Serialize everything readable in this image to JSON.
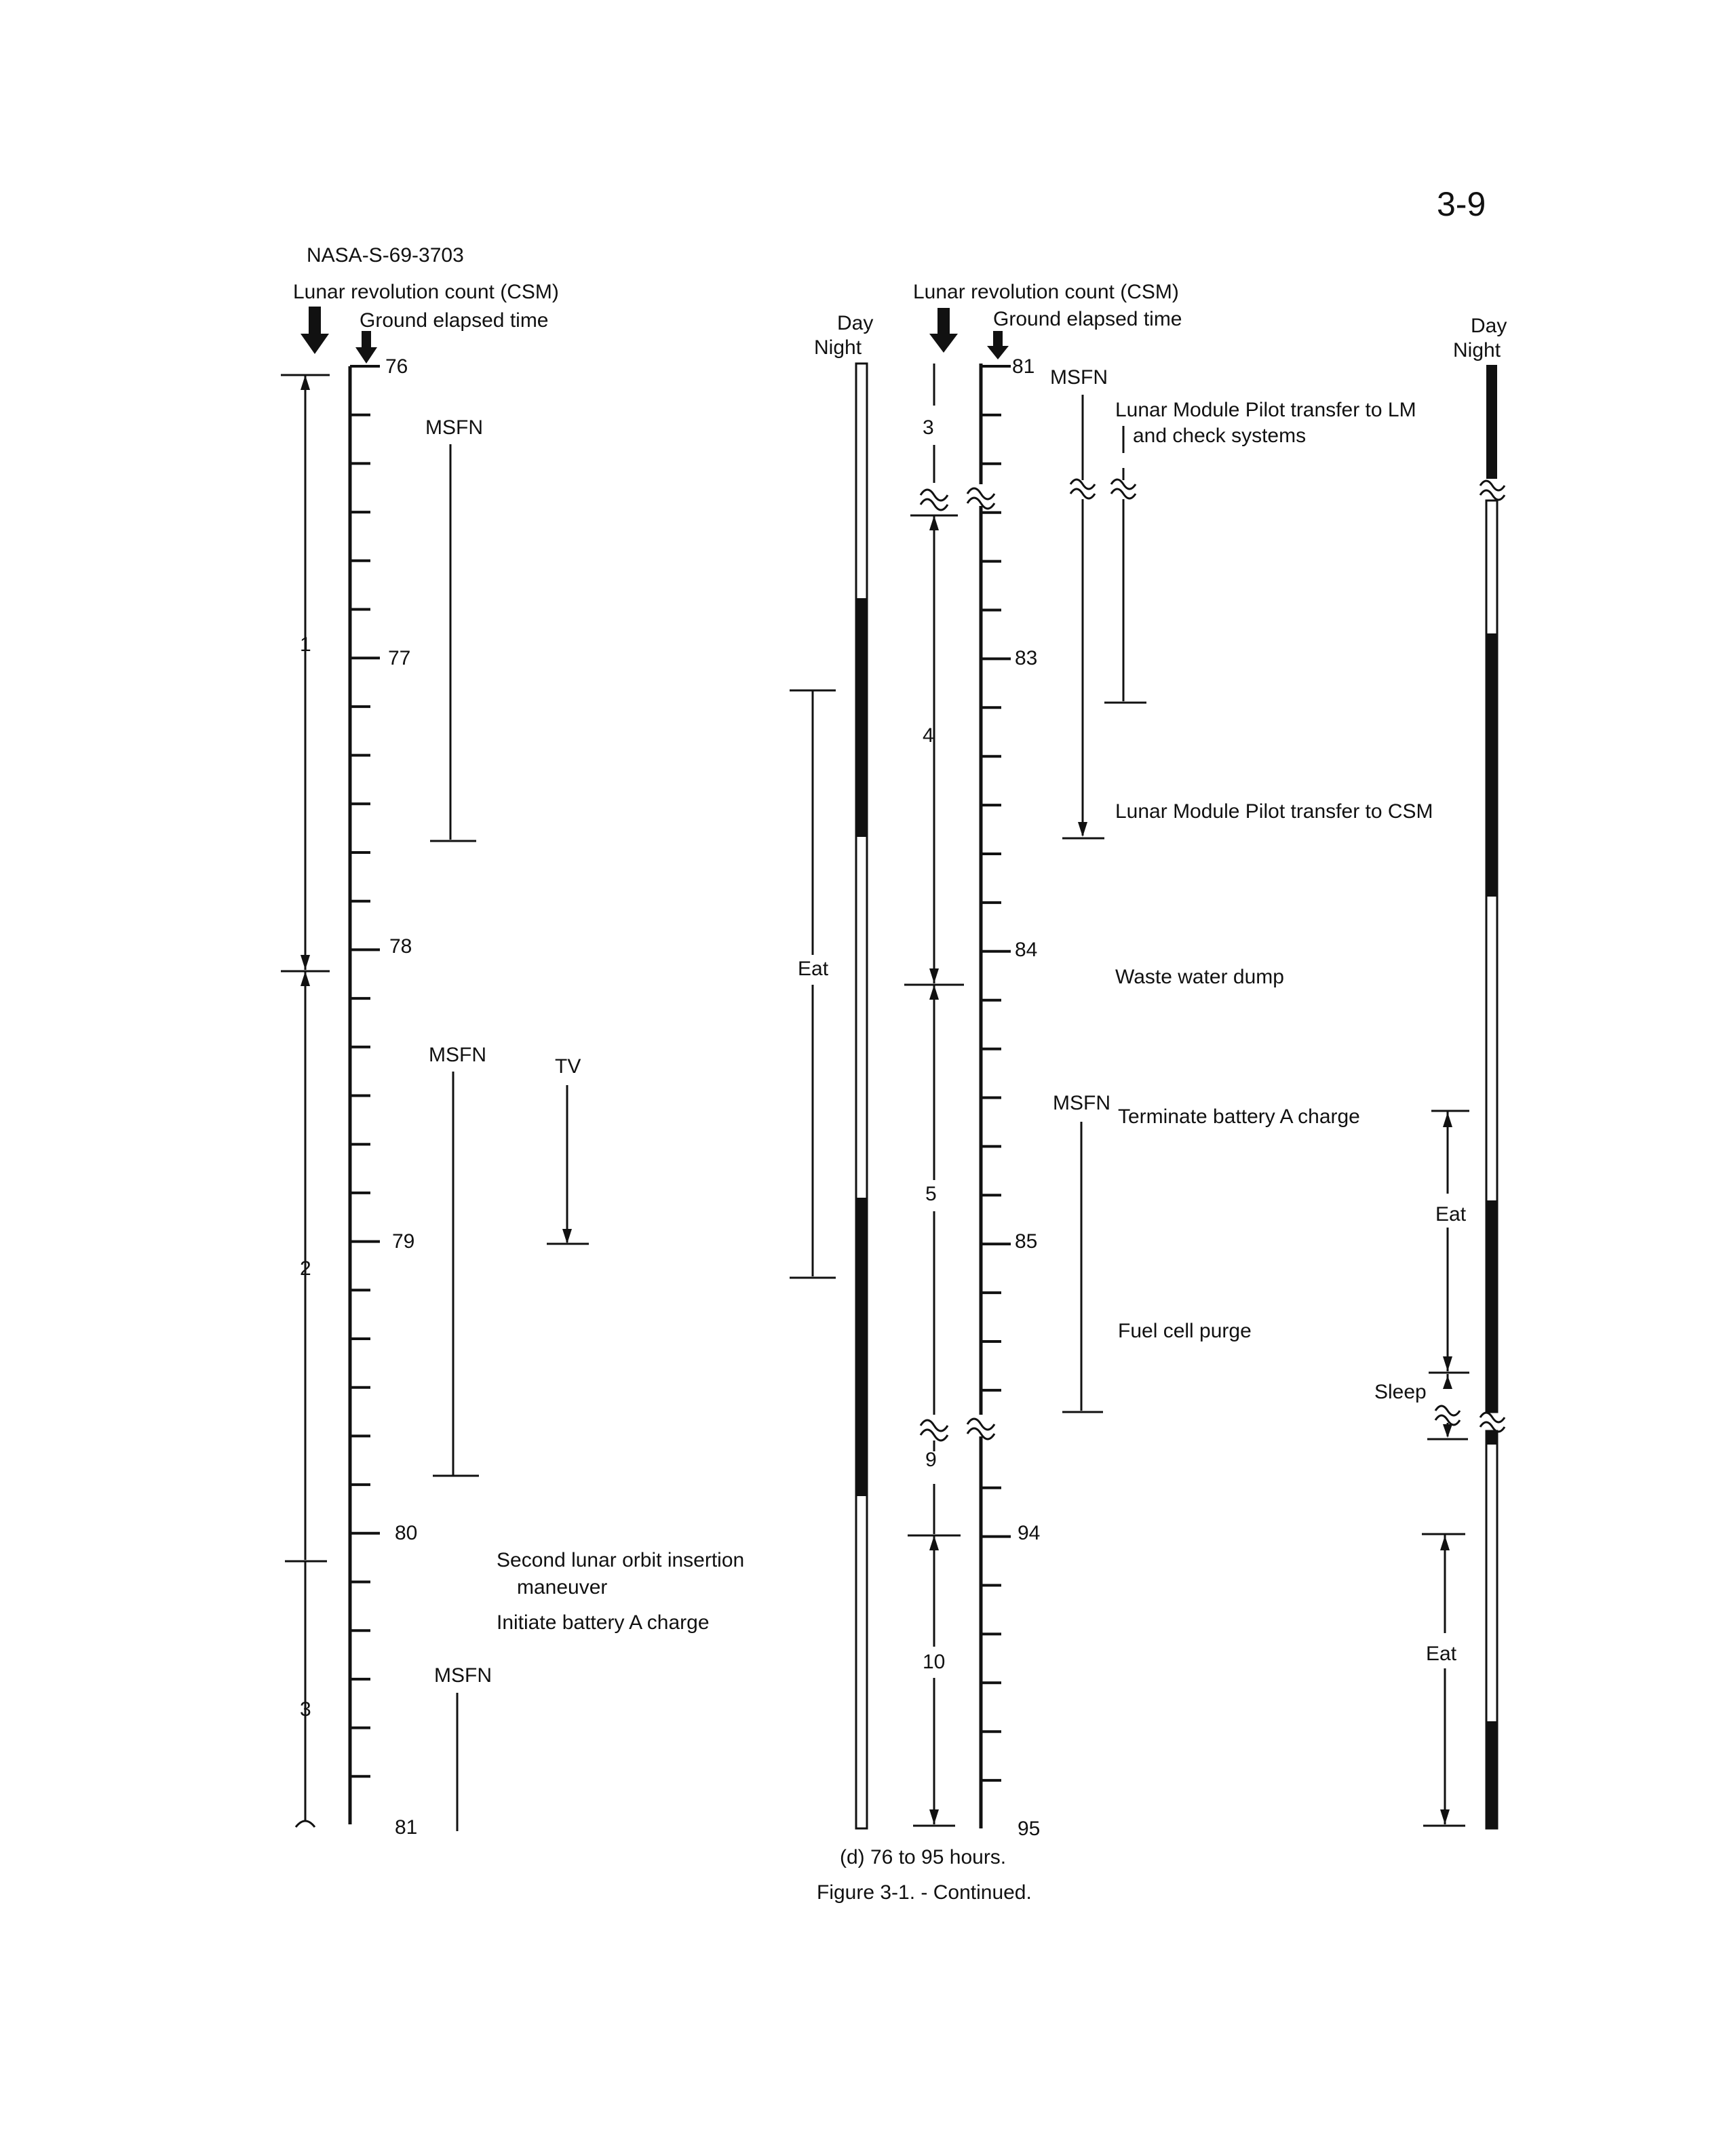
{
  "page_number": "3-9",
  "figure_id": "NASA-S-69-3703",
  "caption": {
    "sub": "(d)  76 to 95 hours.",
    "main": "Figure 3-1. -  Continued."
  },
  "header": {
    "rev_label": "Lunar revolution count (CSM)",
    "get_label": "Ground elapsed time",
    "day": "Day",
    "night": "Night"
  },
  "left_panel": {
    "hours": [
      "76",
      "77",
      "78",
      "79",
      "80",
      "81"
    ],
    "revs": [
      "1",
      "2",
      "3"
    ],
    "events": {
      "msfn_1": "MSFN",
      "msfn_2": "MSFN",
      "msfn_3": "MSFN",
      "tv": "TV",
      "loi2_line1": "Second lunar orbit insertion",
      "loi2_line2": "maneuver",
      "battery": "Initiate battery A charge"
    }
  },
  "right_panel": {
    "hours": [
      "81",
      "83",
      "84",
      "85",
      "94",
      "95"
    ],
    "revs": [
      "3",
      "4",
      "5",
      "9",
      "10"
    ],
    "events": {
      "msfn_1": "MSFN",
      "lmp_lm_line1": "Lunar Module Pilot transfer to LM",
      "lmp_lm_line2": "and check systems",
      "lmp_csm": "Lunar Module Pilot transfer to CSM",
      "waste": "Waste water dump",
      "msfn_2": "MSFN",
      "battery": "Terminate battery A charge",
      "fuel": "Fuel cell purge",
      "eat_1": "Eat",
      "eat_2": "Eat",
      "eat_3": "Eat",
      "sleep": "Sleep"
    }
  }
}
